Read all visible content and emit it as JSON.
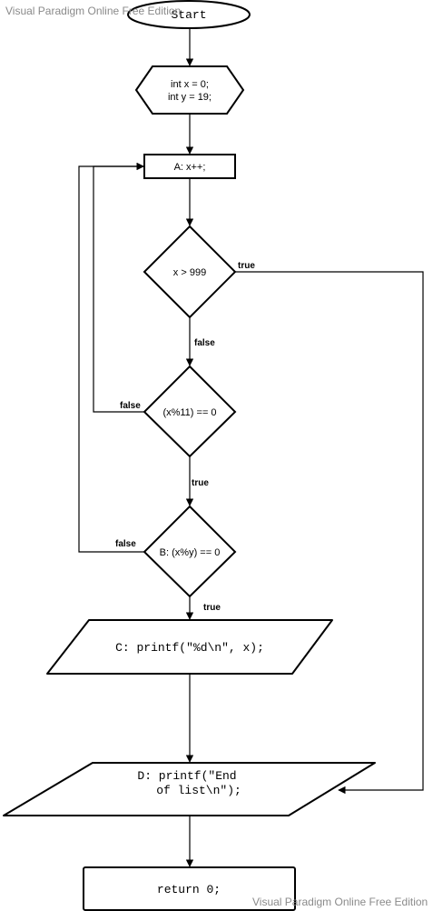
{
  "watermark": {
    "top": "Visual Paradigm Online Free Edition",
    "bottom": "Visual Paradigm Online Free Edition"
  },
  "nodes": {
    "start": {
      "label": "Start"
    },
    "init": {
      "line1": "int x = 0;",
      "line2": "int y = 19;"
    },
    "a": {
      "label": "A: x++;"
    },
    "cond1": {
      "label": "x > 999"
    },
    "cond2": {
      "label": "(x%11) == 0"
    },
    "cond3": {
      "label": "B: (x%y) == 0"
    },
    "c": {
      "label": "C: printf(\"%d\\n\", x);"
    },
    "d": {
      "line1": "D: printf(\"End",
      "line2": "of list\\n\");"
    },
    "ret": {
      "label": "return 0;"
    }
  },
  "edges": {
    "cond1_true": "true",
    "cond1_false": "false",
    "cond2_false": "false",
    "cond2_true": "true",
    "cond3_false": "false",
    "cond3_true": "true"
  }
}
